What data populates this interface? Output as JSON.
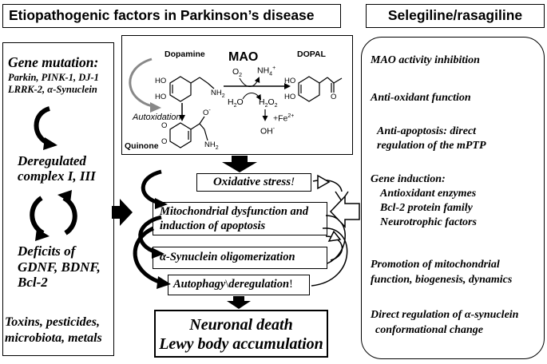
{
  "headers": {
    "left": "Etiopathogenic factors in Parkinson’s disease",
    "right": "Selegiline/rasagiline"
  },
  "left_panel": {
    "gene_title": "Gene mutation:",
    "gene_list_1": "Parkin, PINK-1, DJ-1",
    "gene_list_2": "LRRK-2, α-Synuclein",
    "complex_1": "Deregulated",
    "complex_2": "complex I, III",
    "deficit_1": "Deficits of",
    "deficit_2": "GDNF, BDNF,",
    "deficit_3": "Bcl-2",
    "toxins_1": "Toxins, pesticides,",
    "toxins_2": "microbiota, metals"
  },
  "chemistry": {
    "dopamine": "Dopamine",
    "mao": "MAO",
    "dopal": "DOPAL",
    "o2": "O",
    "o2_sub": "2",
    "nh4": "NH",
    "nh4_sub": "4",
    "nh4_sup": "+",
    "h2o": "H",
    "h2o_sub": "2",
    "h2o_o": "O",
    "h2o2": "H",
    "h2o2_sub1": "2",
    "h2o2_o": "O",
    "h2o2_sub2": "2",
    "fe": "+Fe",
    "fe_sup": "2+",
    "oh": "OH",
    "oh_sup": "-",
    "autoxidation": "Autoxidation",
    "quinone": "Quinone",
    "ho": "HO",
    "nh2": "NH",
    "nh2_sub": "2",
    "o": "O",
    "o_minus": "O",
    "o_minus_sup": "-"
  },
  "center_panel": {
    "oxidative": "Oxidative stress",
    "oxidative_mark": "!",
    "mito_1": "Mitochondrial dysfunction and",
    "mito_2": "induction of apoptosis",
    "synuclein": "α-Synuclein oligomerization",
    "autophagy": "Autophagy",
    "autophagy_mark": "\\",
    "autophagy_2": "deregulation",
    "autophagy_mark2": "!",
    "outcome_1": "Neuronal death",
    "outcome_2": "Lewy body accumulation"
  },
  "right_panel": {
    "item1": "MAO activity inhibition",
    "item2": "Anti-oxidant function",
    "item3_1": "Anti-apoptosis: direct",
    "item3_2": "regulation of the mPTP",
    "item4_1": "Gene induction:",
    "item4_2": "Antioxidant enzymes",
    "item4_3": "Bcl-2 protein family",
    "item4_4": "Neurotrophic factors",
    "item5_1": "Promotion of mitochondrial",
    "item5_2": "function, biogenesis, dynamics",
    "item6_1": "Direct regulation of α-synuclein",
    "item6_2": "conformational change"
  }
}
